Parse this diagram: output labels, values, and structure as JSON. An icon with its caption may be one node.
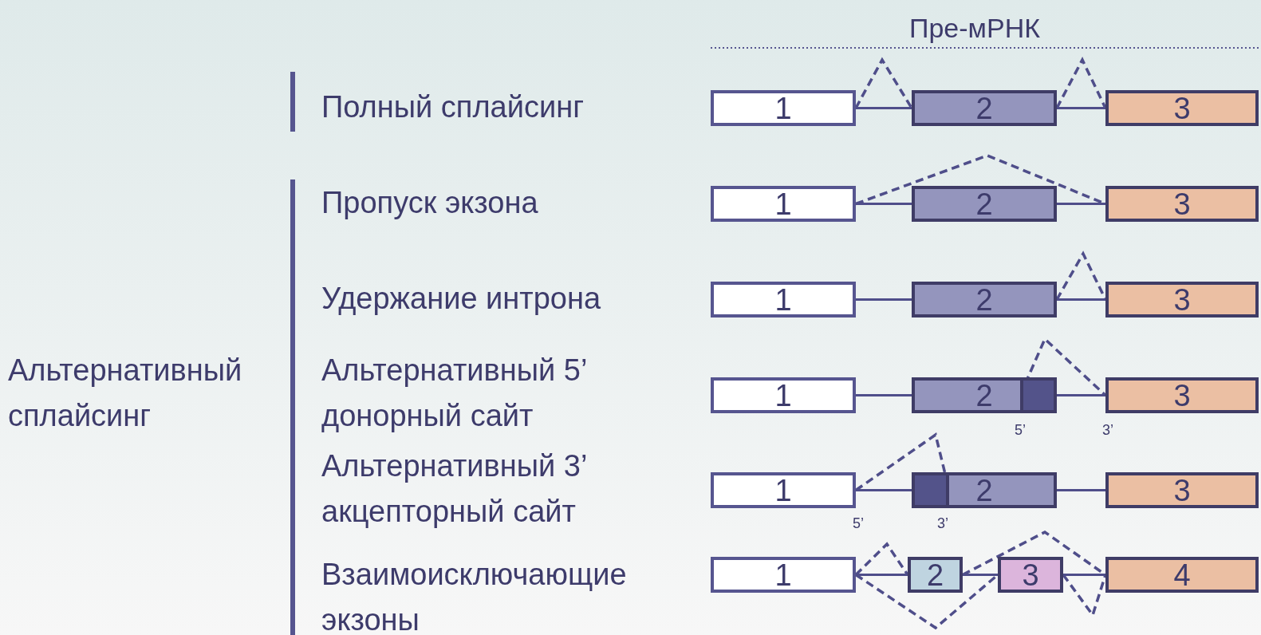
{
  "diagram": {
    "title": "Пре-мРНК",
    "nodes": [
      {
        "text": [
          "1"
        ]
      },
      {
        "text": [
          "2"
        ]
      },
      {
        "text": [
          "3"
        ]
      },
      {
        "text": [
          "1"
        ]
      },
      {
        "text": [
          "2"
        ]
      },
      {
        "text": [
          "3"
        ]
      },
      {
        "text": [
          "1"
        ]
      },
      {
        "text": [
          "2"
        ]
      },
      {
        "text": [
          "3"
        ]
      },
      {
        "text": [
          "1"
        ]
      },
      {
        "text": [
          "2"
        ]
      },
      {
        "text": [],
        "shape": "box",
        "in": 10
      },
      {
        "text": [
          "3"
        ]
      },
      {
        "text": [
          "1"
        ]
      },
      {
        "text": [
          "2"
        ]
      },
      {
        "text": [],
        "shape": "box",
        "in": 14
      },
      {
        "text": [
          "3"
        ]
      },
      {
        "text": [
          "1"
        ]
      },
      {
        "text": [
          "2"
        ]
      },
      {
        "text": [
          "3"
        ]
      },
      {
        "text": [
          "4"
        ]
      }
    ],
    "edges": [
      {
        "from": 0,
        "to": 1,
        "arrow": "none"
      },
      {
        "from": 1,
        "to": 2,
        "arrow": "none"
      },
      {
        "from": 0,
        "to": 1,
        "arrow": "none",
        "style": "dashed"
      },
      {
        "from": 1,
        "to": 2,
        "arrow": "none",
        "style": "dashed"
      },
      {
        "from": 3,
        "to": 4,
        "arrow": "none"
      },
      {
        "from": 4,
        "to": 5,
        "arrow": "none"
      },
      {
        "from": 3,
        "to": 5,
        "arrow": "none",
        "style": "dashed"
      },
      {
        "from": 6,
        "to": 7,
        "arrow": "none"
      },
      {
        "from": 7,
        "to": 8,
        "arrow": "none"
      },
      {
        "from": 7,
        "to": 8,
        "arrow": "none",
        "style": "dashed"
      },
      {
        "from": 9,
        "to": 10,
        "arrow": "none"
      },
      {
        "from": 10,
        "to": 12,
        "arrow": "none"
      },
      {
        "from": 11,
        "to": 12,
        "arrow": "none",
        "style": "dashed"
      },
      {
        "from": 13,
        "to": 14,
        "arrow": "none"
      },
      {
        "from": 14,
        "to": 16,
        "arrow": "none"
      },
      {
        "from": 13,
        "to": 15,
        "arrow": "none",
        "style": "dashed"
      },
      {
        "from": 17,
        "to": 18,
        "arrow": "none"
      },
      {
        "from": 18,
        "to": 19,
        "arrow": "none"
      },
      {
        "from": 19,
        "to": 20,
        "arrow": "none"
      },
      {
        "from": 17,
        "to": 18,
        "arrow": "none",
        "style": "dashed"
      },
      {
        "from": 18,
        "to": 20,
        "arrow": "none",
        "style": "dashed"
      },
      {
        "from": 17,
        "to": 19,
        "arrow": "none",
        "style": "dashed"
      },
      {
        "from": 19,
        "to": 20,
        "arrow": "none",
        "style": "dashed"
      }
    ],
    "labels": [
      "Полный сплайсинг",
      "Пропуск экзона",
      "Удержание интрона",
      "Альтернативный 5’ донорный сайт",
      "Альтернативный 3’ акцепторный сайт",
      "Взаимоисключающие экзоны",
      "Альтернативный сплайсинг",
      "5’",
      "3’",
      "5’",
      "3’"
    ]
  }
}
